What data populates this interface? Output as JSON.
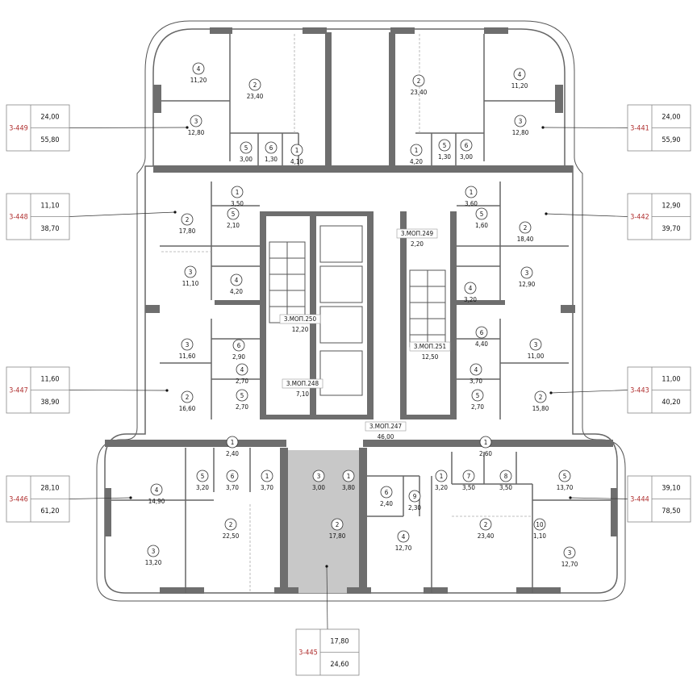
{
  "apartments": [
    {
      "id": "3-449",
      "living": "24,00",
      "total": "55,80"
    },
    {
      "id": "3-448",
      "living": "11,10",
      "total": "38,70"
    },
    {
      "id": "3-447",
      "living": "11,60",
      "total": "38,90"
    },
    {
      "id": "3-446",
      "living": "28,10",
      "total": "61,20"
    },
    {
      "id": "3-445",
      "living": "17,80",
      "total": "24,60"
    },
    {
      "id": "3-444",
      "living": "39,10",
      "total": "78,50"
    },
    {
      "id": "3-443",
      "living": "11,00",
      "total": "40,20"
    },
    {
      "id": "3-442",
      "living": "12,90",
      "total": "39,70"
    },
    {
      "id": "3-441",
      "living": "24,00",
      "total": "55,90"
    }
  ],
  "highlighted_apartment": "3-445",
  "highlight_color": "#c8c8c8",
  "rooms": [
    {
      "apt": "3-449",
      "n": "4",
      "area": "11,20"
    },
    {
      "apt": "3-449",
      "n": "2",
      "area": "23,40"
    },
    {
      "apt": "3-449",
      "n": "3",
      "area": "12,80"
    },
    {
      "apt": "3-449",
      "n": "5",
      "area": "3,00"
    },
    {
      "apt": "3-449",
      "n": "6",
      "area": "1,30"
    },
    {
      "apt": "3-449",
      "n": "1",
      "area": "4,10"
    },
    {
      "apt": "3-448",
      "n": "1",
      "area": "3,50"
    },
    {
      "apt": "3-448",
      "n": "5",
      "area": "2,10"
    },
    {
      "apt": "3-448",
      "n": "2",
      "area": "17,80"
    },
    {
      "apt": "3-448",
      "n": "3",
      "area": "11,10"
    },
    {
      "apt": "3-448",
      "n": "4",
      "area": "4,20"
    },
    {
      "apt": "3-448",
      "n": "6",
      "area": "2,90"
    },
    {
      "apt": "3-447",
      "n": "3",
      "area": "11,60"
    },
    {
      "apt": "3-447",
      "n": "4",
      "area": "2,70"
    },
    {
      "apt": "3-447",
      "n": "2",
      "area": "16,60"
    },
    {
      "apt": "3-447",
      "n": "5",
      "area": "2,70"
    },
    {
      "apt": "3-447",
      "n": "1",
      "area": "2,40"
    },
    {
      "apt": "3-446",
      "n": "5",
      "area": "3,20"
    },
    {
      "apt": "3-446",
      "n": "6",
      "area": "3,70"
    },
    {
      "apt": "3-446",
      "n": "1",
      "area": "3,70"
    },
    {
      "apt": "3-446",
      "n": "4",
      "area": "14,90"
    },
    {
      "apt": "3-446",
      "n": "2",
      "area": "22,50"
    },
    {
      "apt": "3-446",
      "n": "3",
      "area": "13,20"
    },
    {
      "apt": "3-445",
      "n": "3",
      "area": "3,00"
    },
    {
      "apt": "3-445",
      "n": "1",
      "area": "3,80"
    },
    {
      "apt": "3-445",
      "n": "2",
      "area": "17,80"
    },
    {
      "apt": "3-444",
      "n": "6",
      "area": "2,40"
    },
    {
      "apt": "3-444",
      "n": "9",
      "area": "2,30"
    },
    {
      "apt": "3-444",
      "n": "4",
      "area": "12,70"
    },
    {
      "apt": "3-444",
      "n": "1",
      "area": "3,20"
    },
    {
      "apt": "3-444",
      "n": "7",
      "area": "3,50"
    },
    {
      "apt": "3-444",
      "n": "8",
      "area": "3,50"
    },
    {
      "apt": "3-444",
      "n": "5",
      "area": "13,70"
    },
    {
      "apt": "3-444",
      "n": "2",
      "area": "23,40"
    },
    {
      "apt": "3-444",
      "n": "10",
      "area": "1,10"
    },
    {
      "apt": "3-444",
      "n": "3",
      "area": "12,70"
    },
    {
      "apt": "3-443",
      "n": "1",
      "area": "2,60"
    },
    {
      "apt": "3-443",
      "n": "3",
      "area": "11,00"
    },
    {
      "apt": "3-443",
      "n": "4",
      "area": "3,70"
    },
    {
      "apt": "3-443",
      "n": "2",
      "area": "15,80"
    },
    {
      "apt": "3-443",
      "n": "5",
      "area": "2,70"
    },
    {
      "apt": "3-442",
      "n": "1",
      "area": "3,60"
    },
    {
      "apt": "3-442",
      "n": "5",
      "area": "1,60"
    },
    {
      "apt": "3-442",
      "n": "2",
      "area": "18,40"
    },
    {
      "apt": "3-442",
      "n": "3",
      "area": "12,90"
    },
    {
      "apt": "3-442",
      "n": "4",
      "area": "3,20"
    },
    {
      "apt": "3-442",
      "n": "6",
      "area": "4,40"
    },
    {
      "apt": "3-441",
      "n": "2",
      "area": "23,40"
    },
    {
      "apt": "3-441",
      "n": "4",
      "area": "11,20"
    },
    {
      "apt": "3-441",
      "n": "3",
      "area": "12,80"
    },
    {
      "apt": "3-441",
      "n": "5",
      "area": "1,30"
    },
    {
      "apt": "3-441",
      "n": "6",
      "area": "3,00"
    },
    {
      "apt": "3-441",
      "n": "1",
      "area": "4,20"
    }
  ],
  "common_areas": [
    {
      "code": "3.МОП.250",
      "area": "12,20"
    },
    {
      "code": "3.МОП.248",
      "area": "7,10"
    },
    {
      "code": "3.МОП.249",
      "area": "2,20"
    },
    {
      "code": "3.МОП.251",
      "area": "12,50"
    },
    {
      "code": "3.МОП.247",
      "area": "46,00"
    }
  ]
}
